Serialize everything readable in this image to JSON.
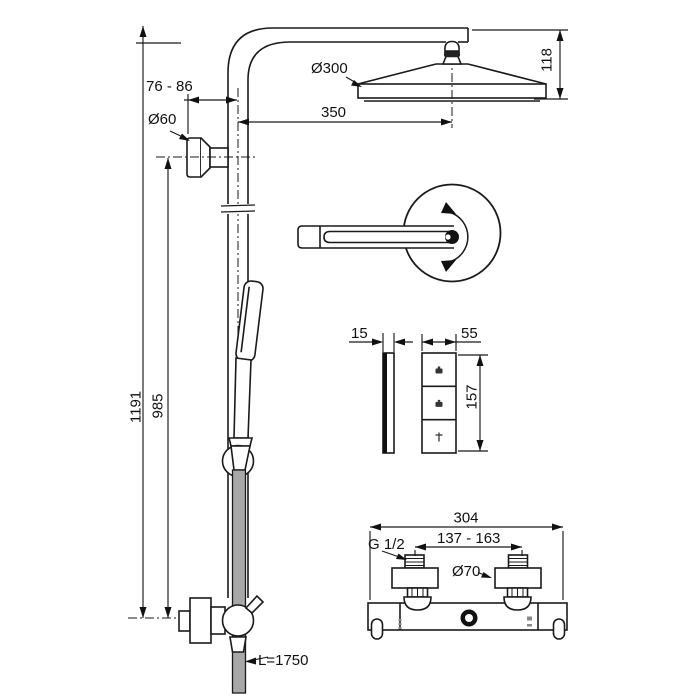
{
  "drawing": {
    "kind": "shower-system-dimension-drawing",
    "background_color": "#ffffff",
    "line_color": "#1a1a1a",
    "hose_fill_color": "#a8a8a8",
    "icons": [
      "overhead-shower-button-icon",
      "overhead-shower-button-icon",
      "hand-shower-button-icon",
      "swivel-arrow-icon"
    ]
  },
  "labels": {
    "wall_distance": "76 - 86",
    "bracket_diameter": "Ø60",
    "head_diameter": "Ø300",
    "arm_reach": "350",
    "head_height": "118",
    "column_height": "1191",
    "bracket_height": "985",
    "hose_length": "L=1750",
    "panel_thickness": "15",
    "panel_width": "55",
    "panel_height": "157",
    "mixer_width": "304",
    "inlet_spacing": "137 - 163",
    "thread_size": "G 1/2",
    "escutcheon_diameter": "Ø70"
  }
}
